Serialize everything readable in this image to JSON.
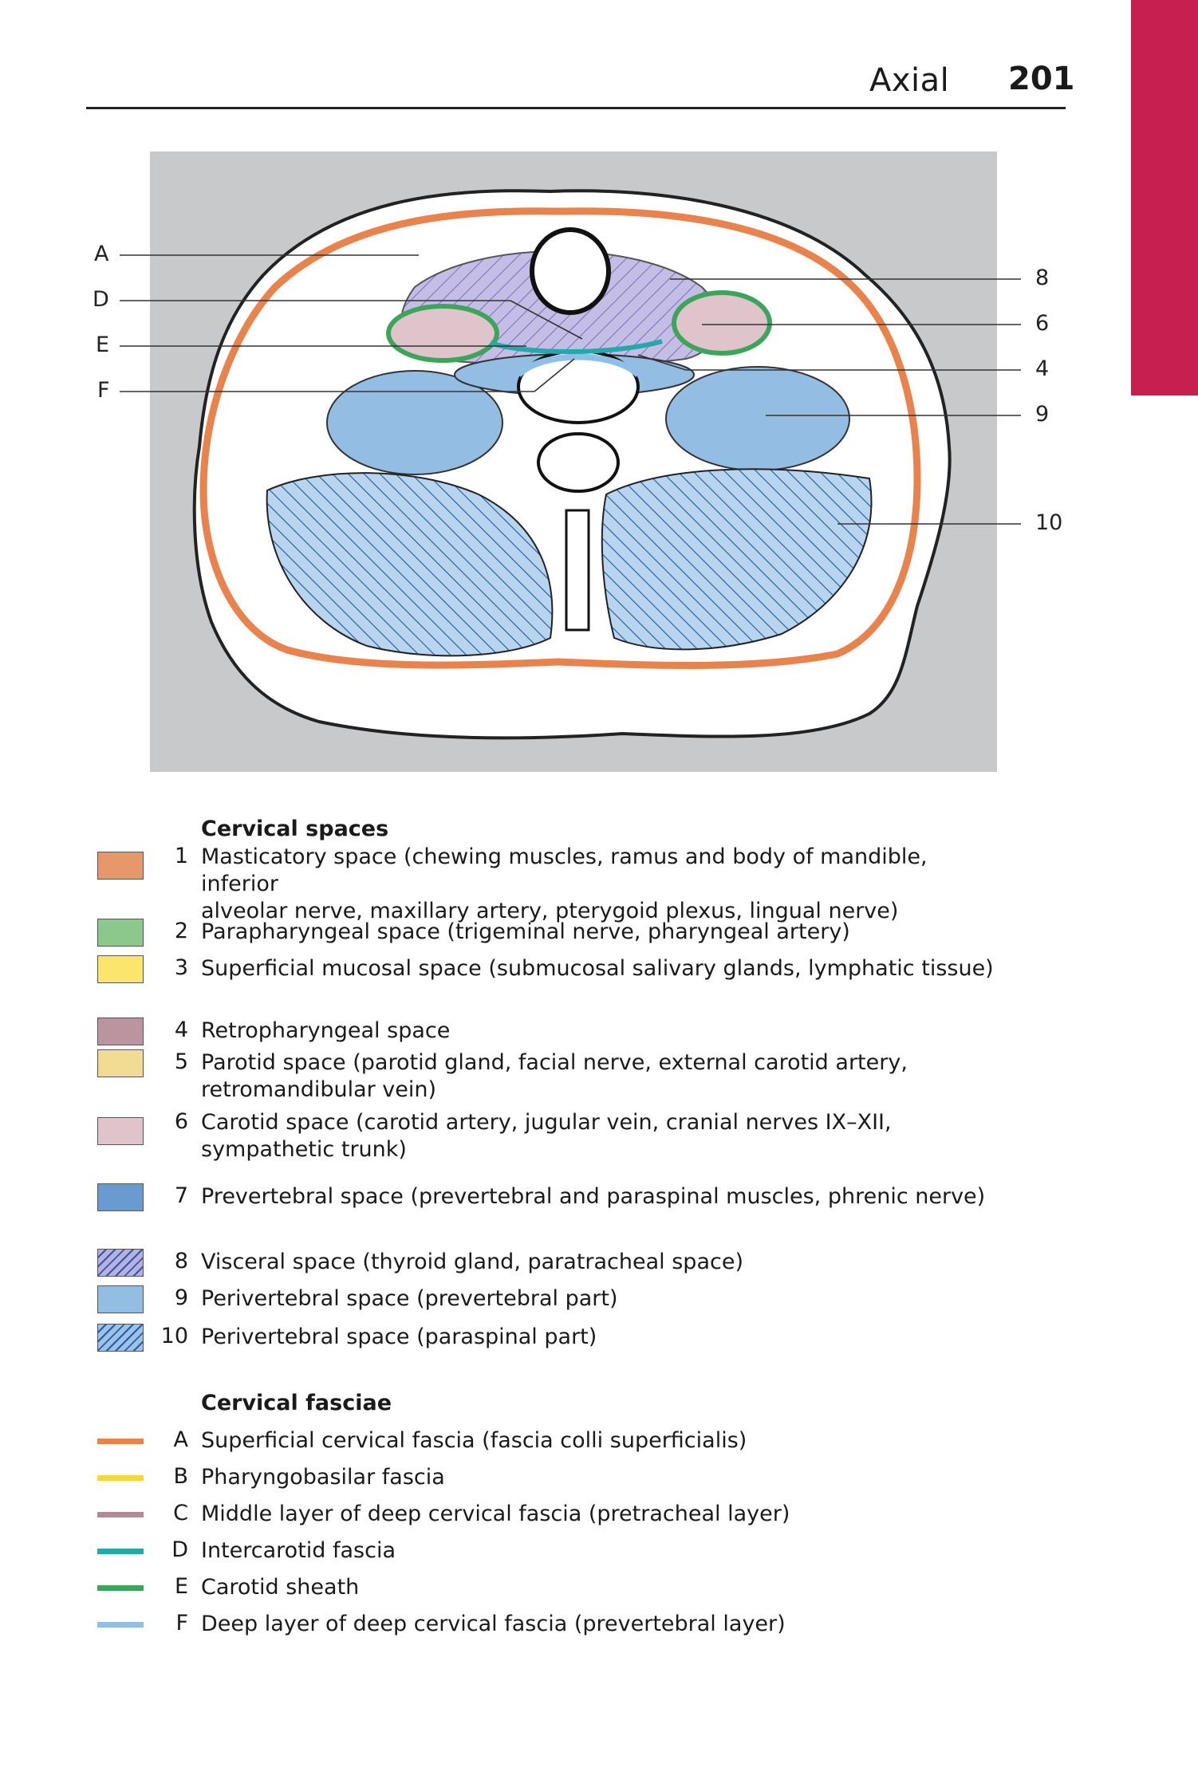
{
  "header": {
    "section_title": "Axial",
    "page_number": "201",
    "tab_color": "#c8204e"
  },
  "figure": {
    "left_labels": [
      "A",
      "D",
      "E",
      "F"
    ],
    "right_labels": [
      "8",
      "6",
      "4",
      "9",
      "10"
    ]
  },
  "legend": {
    "spaces_heading": "Cervical spaces",
    "spaces": [
      {
        "num": "1",
        "text": "Masticatory space (chewing muscles, ramus and body of mandible, inferior\nalveolar nerve, maxillary artery, pterygoid plexus, lingual nerve)",
        "color": "#e8976a",
        "pattern": "solid"
      },
      {
        "num": "2",
        "text": "Parapharyngeal space (trigeminal nerve, pharyngeal artery)",
        "color": "#8cc78c",
        "pattern": "solid"
      },
      {
        "num": "3",
        "text": "Superficial mucosal space (submucosal salivary glands, lymphatic tissue)",
        "color": "#fbe56c",
        "pattern": "solid"
      },
      {
        "num": "4",
        "text": "Retropharyngeal space",
        "color": "#bb94a0",
        "pattern": "solid"
      },
      {
        "num": "5",
        "text": "Parotid space (parotid gland, facial nerve, external carotid artery,\nretromandibular vein)",
        "color": "#f2dc94",
        "pattern": "solid"
      },
      {
        "num": "6",
        "text": "Carotid space (carotid artery, jugular vein, cranial nerves IX–XII,\nsympathetic trunk)",
        "color": "#e0c4cc",
        "pattern": "solid"
      },
      {
        "num": "7",
        "text": "Prevertebral space (prevertebral and paraspinal muscles, phrenic nerve)",
        "color": "#6a9bd0",
        "pattern": "solid"
      },
      {
        "num": "8",
        "text": "Visceral space (thyroid gland, paratracheal space)",
        "color": "#b8b0de",
        "pattern": "hatched"
      },
      {
        "num": "9",
        "text": "Perivertebral space (prevertebral part)",
        "color": "#94bde4",
        "pattern": "solid"
      },
      {
        "num": "10",
        "text": "Perivertebral space (paraspinal part)",
        "color": "#9cc2e6",
        "pattern": "hatched"
      }
    ],
    "fasciae_heading": "Cervical fasciae",
    "fasciae": [
      {
        "letter": "A",
        "text": "Superficial cervical fascia (fascia colli superficialis)",
        "color": "#e8834e"
      },
      {
        "letter": "B",
        "text": "Pharyngobasilar fascia",
        "color": "#f7d63a"
      },
      {
        "letter": "C",
        "text": "Middle layer of deep cervical fascia (pretracheal layer)",
        "color": "#b58a98"
      },
      {
        "letter": "D",
        "text": "Intercarotid fascia",
        "color": "#22a9aa"
      },
      {
        "letter": "E",
        "text": "Carotid sheath",
        "color": "#3da55a"
      },
      {
        "letter": "F",
        "text": "Deep layer of deep cervical fascia (prevertebral layer)",
        "color": "#8fbfe6"
      }
    ]
  }
}
